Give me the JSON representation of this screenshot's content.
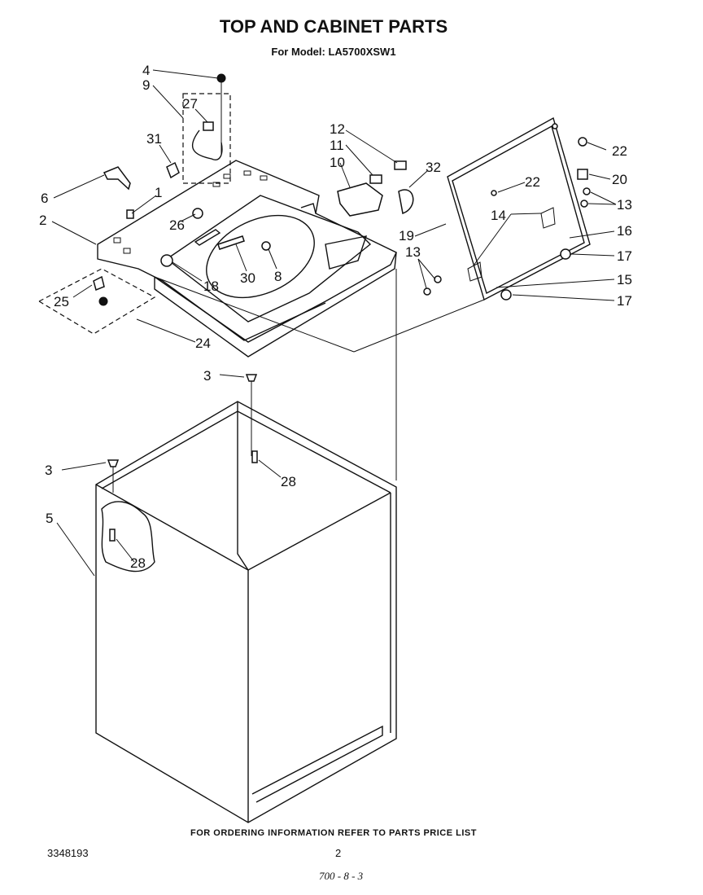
{
  "title": "TOP AND CABINET PARTS",
  "subtitle": "For Model: LA5700XSW1",
  "footer_note": "FOR ORDERING INFORMATION REFER TO PARTS PRICE LIST",
  "doc_number": "3348193",
  "page_number": "2",
  "handwritten_note": "700 - 8 - 3",
  "callouts": [
    "4",
    "9",
    "27",
    "31",
    "6",
    "1",
    "2",
    "26",
    "25",
    "24",
    "18",
    "30",
    "8",
    "12",
    "11",
    "10",
    "32",
    "19",
    "22",
    "20",
    "13",
    "16",
    "17",
    "14",
    "15",
    "3",
    "28",
    "5"
  ]
}
